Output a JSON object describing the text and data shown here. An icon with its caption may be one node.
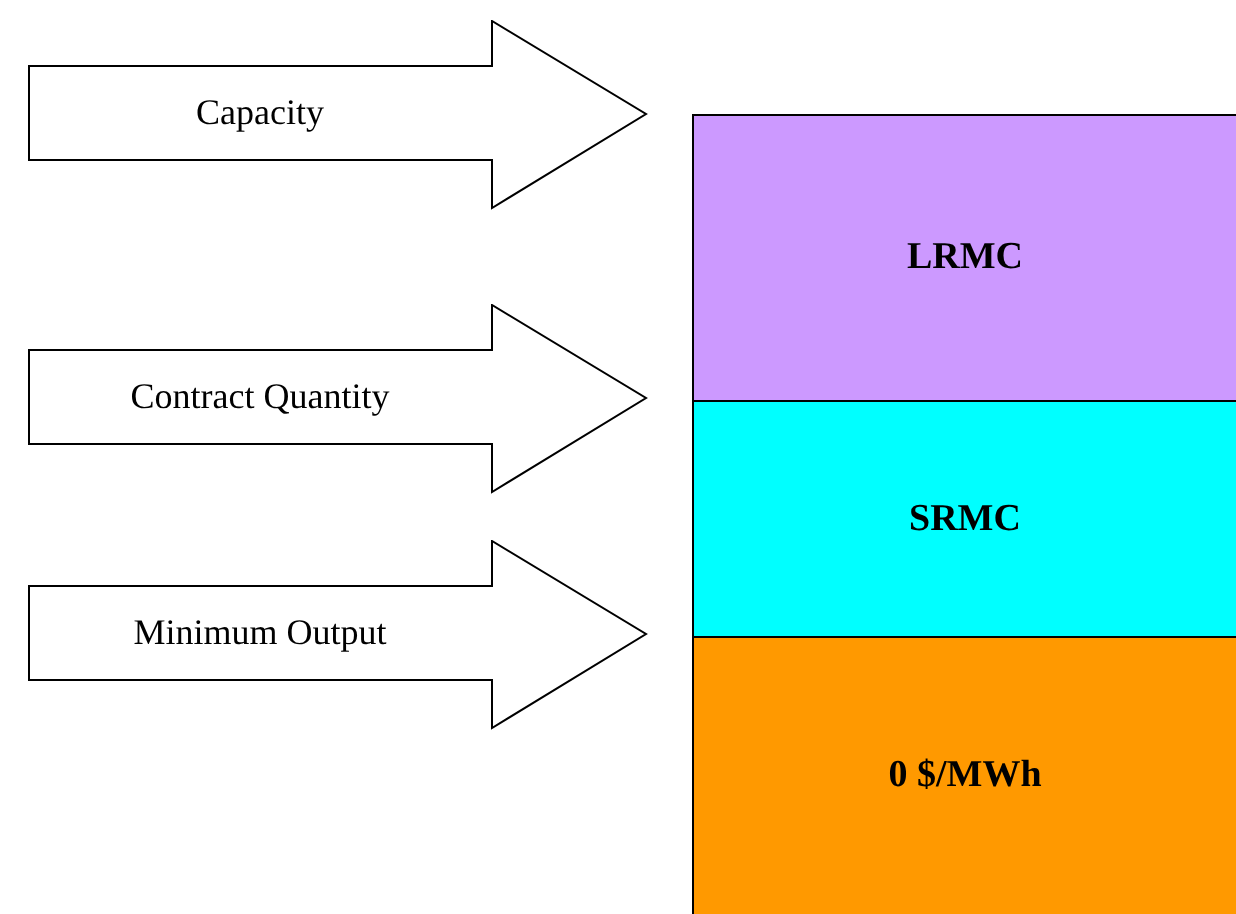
{
  "diagram": {
    "nodes": [
      {
        "text": [
          "Capacity"
        ]
      },
      {
        "text": [
          "Contract Quantity"
        ]
      },
      {
        "text": [
          "Minimum Output"
        ]
      },
      {
        "text": [
          "LRMC"
        ]
      },
      {
        "text": [
          "SRMC"
        ]
      },
      {
        "text": [
          "0 $/MWh"
        ]
      }
    ]
  }
}
